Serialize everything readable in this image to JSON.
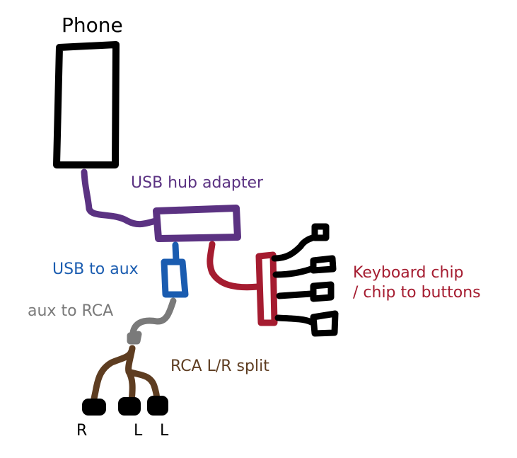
{
  "labels": {
    "phone": "Phone",
    "usb_hub": "USB hub adapter",
    "usb_aux": "USB to aux",
    "aux_rca": "aux to RCA",
    "keyboard_line1": "Keyboard chip",
    "keyboard_line2": "/ chip to buttons",
    "rca_split": "RCA L/R split",
    "plug_r": "R",
    "plug_l1": "L",
    "plug_l2": "L"
  },
  "colors": {
    "phone": "#000000",
    "usb_hub": "#5b3282",
    "usb_aux": "#1a5cb0",
    "aux_rca": "#7a7a7a",
    "keyboard": "#a51c30",
    "rca_split": "#5e3d21",
    "buttons": "#000000"
  }
}
